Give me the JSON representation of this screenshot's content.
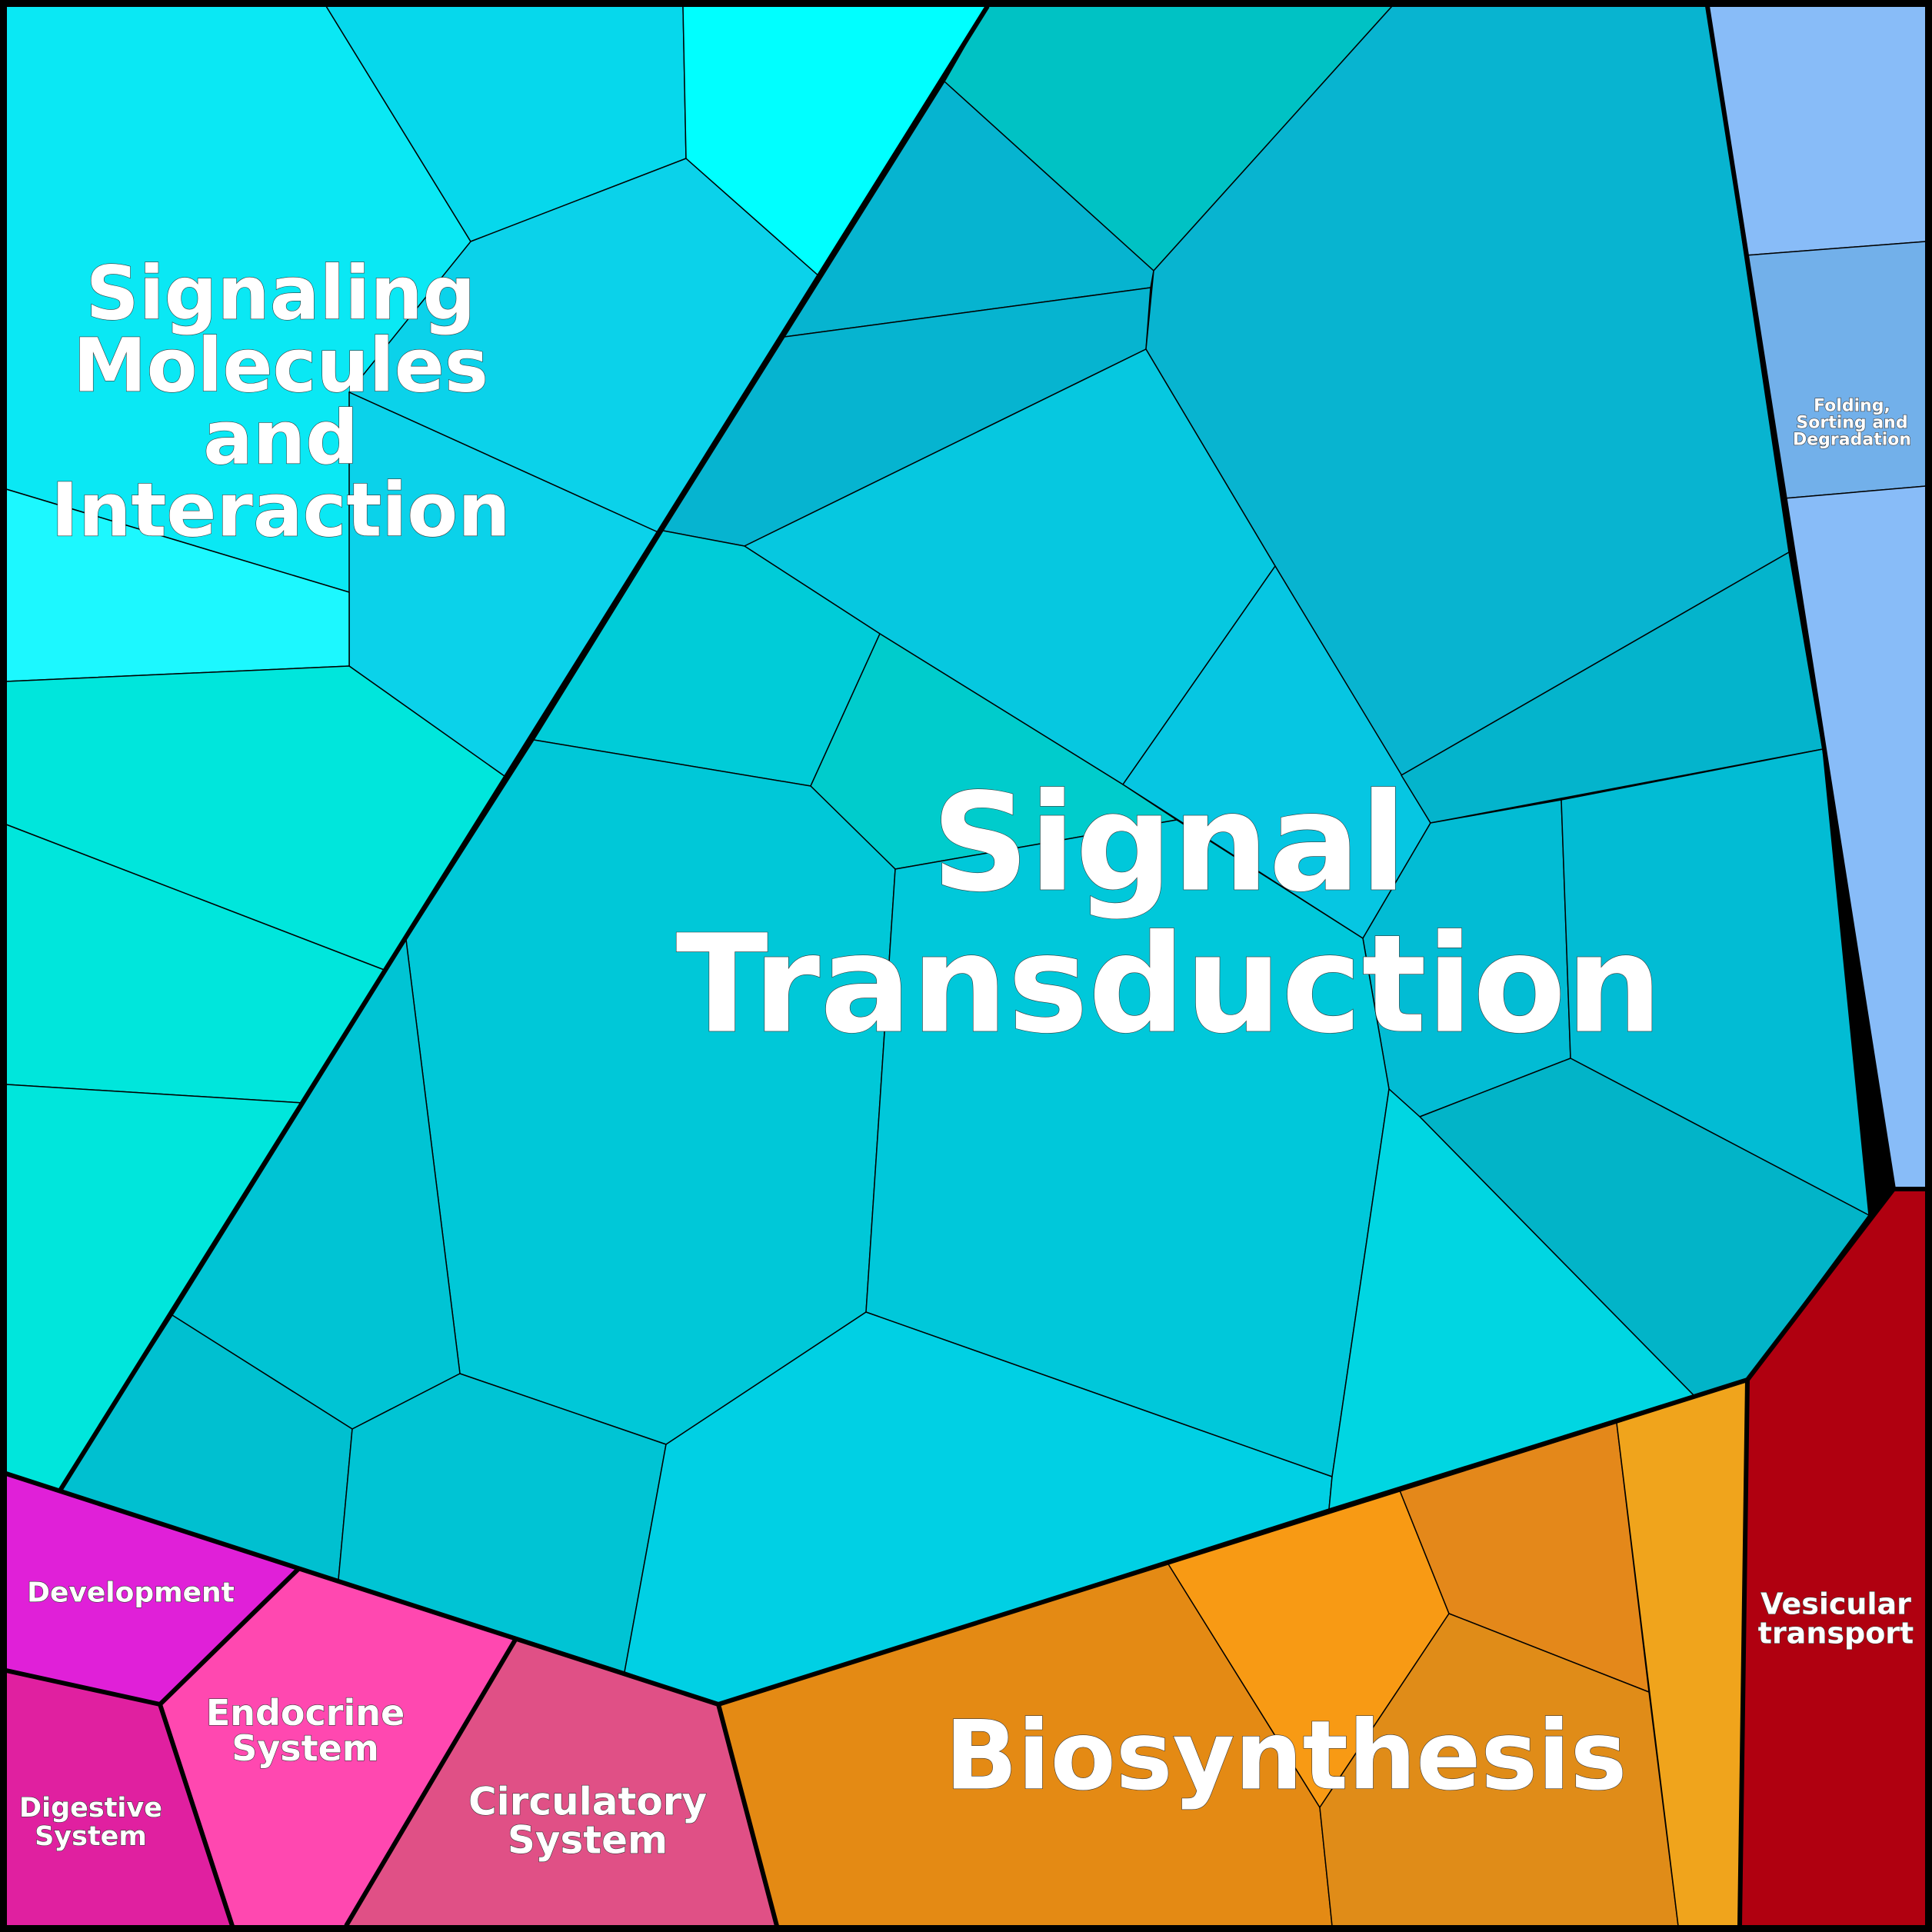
{
  "labels": {
    "signaling_molecules": [
      "Signaling",
      "Molecules",
      "and",
      "Interaction"
    ],
    "signal_transduction": [
      "Signal",
      "Transduction"
    ],
    "biosynthesis": [
      "Biosynthesis"
    ],
    "development": [
      "Development"
    ],
    "endocrine_system": [
      "Endocrine",
      "System"
    ],
    "digestive_system": [
      "Digestive",
      "System"
    ],
    "circulatory_system": [
      "Circulatory",
      "System"
    ],
    "vesicular_transport": [
      "Vesicular",
      "transport"
    ],
    "folding_sorting": [
      "Folding,",
      "Sorting and",
      "Degradation"
    ]
  },
  "colors": {
    "signaling_molecules": "#08d8e8",
    "signal_transduction": "#00c4d8",
    "biosynthesis": "#e48a14",
    "development": "#e020d8",
    "endocrine_system": "#ff48b0",
    "digestive_system": "#e020a0",
    "circulatory_system": "#e05086",
    "vesicular_transport": "#b00010",
    "folding_sorting": "#88bcf8"
  }
}
